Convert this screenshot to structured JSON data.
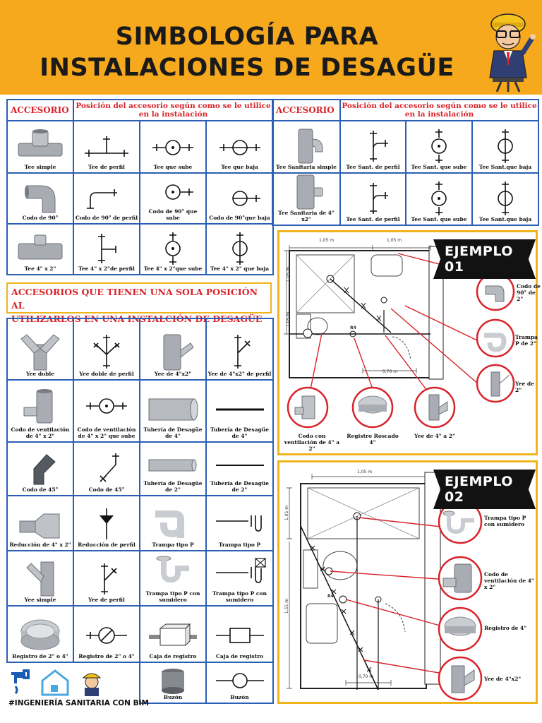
{
  "header": {
    "title_line1": "SIMBOLOGÍA PARA",
    "title_line2": "INSTALACIONES DE DESAGÜE"
  },
  "table1": {
    "h_accesorio": "ACCESORIO",
    "h_posicion": "Posición del accesorio según como se le utilice en la instalación",
    "cells": [
      "Tee simple",
      "Tee de perfil",
      "Tee que sube",
      "Tee que baja",
      "Codo de 90°",
      "Codo de 90° de perfil",
      "Codo de 90° que sube",
      "Codo de 90°que baja",
      "Tee 4\" x 2\"",
      "Tee 4\" x 2\"de perfil",
      "Tee 4\" x 2\"que sube",
      "Tee 4\" x 2\" que baja"
    ]
  },
  "table2": {
    "h_accesorio": "ACCESORIO",
    "h_posicion": "Posición del accesorio según como se le utilice en la instalación",
    "cells": [
      "Tee Sanitaria simple",
      "Tee Sant. de perfil",
      "Tee Sant. que sube",
      "Tee Sant.que baja",
      "Tee Sanitaria de 4\" x2\"",
      "Tee Sant. de perfil",
      "Tee Sant. que sube",
      "Tee Sant.que baja"
    ]
  },
  "banner": {
    "line1": "ACCESORIOS QUE TIENEN UNA SOLA POSICIÓN AL",
    "line2": "UTILIZARLOS EN UNA INSTALCIÓN DE DESAGÜE"
  },
  "table3": {
    "cells": [
      "Yee doble",
      "Yee doble de perfil",
      "Yee de 4\"x2\"",
      "Yee de 4\"x2\" de perfil",
      "Codo de ventilación de 4\" x 2\"",
      "Codo de ventilación de 4\" x 2\" que sube",
      "Tubería de Desagüe de 4\"",
      "Tubería de Desagüe de 4\"",
      "Codo de 45°",
      "Codo de 45°",
      "Tubería de Desagüe de 2\"",
      "Tubería de Desagüe de 2\"",
      "Reducción de 4\" x 2\"",
      "Reducción de perfil",
      "Trampa tipo P",
      "Trampa tipo P",
      "Yee simple",
      "Yee de perfil",
      "Trampa tipo P con sumidero",
      "Trampa tipo P con sumidero",
      "Registro de 2\" o 4\"",
      "Registro de 2\" o 4\"",
      "Caja de registro",
      "Caja de registro",
      "",
      "",
      "Buzón",
      "Buzón"
    ]
  },
  "ejemplo01": {
    "tag": "EJEMPLO 01",
    "dim_a": "1,05 m",
    "dim_b": "1,05 m",
    "dim_c": "1,05 m",
    "dim_d": "1,05 m",
    "dim_e": "0,70 m",
    "reg": "R4",
    "labels": [
      "Codo de 90° de 2\"",
      "Trampa P de 2\"",
      "Yee de 2\"",
      "Codo con ventilación de 4\" a 2\"",
      "Registro Roscado 4\"",
      "Yee de 4\" a 2\""
    ]
  },
  "ejemplo02": {
    "tag": "EJEMPLO 02",
    "dim_a": "1,05 m",
    "dim_b": "1,05 m",
    "dim_c": "1,55 m",
    "dim_d": "0,70 m",
    "reg": "R4",
    "labels": [
      "Trampa tipo P con sumidero",
      "Codo de ventilación de 4\" x 2\"",
      "Registro de 4\"",
      "Yee de 4\"x2\""
    ]
  },
  "footer": {
    "brand": "#INGENIERÍA SANITARIA CON BIM"
  },
  "colors": {
    "accent": "#f7a91e",
    "grid_blue": "#2b5fb4",
    "red": "#d8232a"
  }
}
